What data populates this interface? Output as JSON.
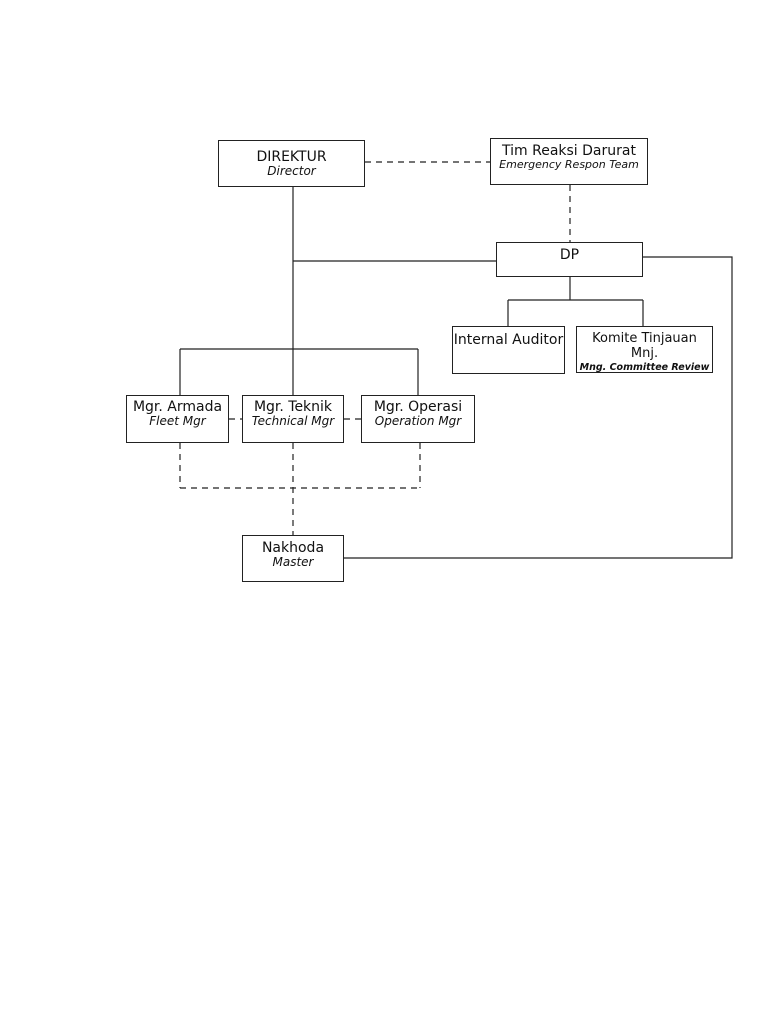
{
  "nodes": {
    "direktur": {
      "title": "DIREKTUR",
      "subtitle": "Director"
    },
    "tim_reaksi": {
      "title": "Tim Reaksi Darurat",
      "subtitle": "Emergency Respon Team"
    },
    "dp": {
      "title": "DP"
    },
    "internal_auditor": {
      "title": "Internal Auditor"
    },
    "komite": {
      "title": "Komite Tinjauan Mnj.",
      "subtitle": "Mng. Committee Review"
    },
    "armada": {
      "title": "Mgr. Armada",
      "subtitle": "Fleet Mgr"
    },
    "teknik": {
      "title": "Mgr. Teknik",
      "subtitle": "Technical Mgr"
    },
    "operasi": {
      "title": "Mgr. Operasi",
      "subtitle": "Operation  Mgr"
    },
    "nakhoda": {
      "title": "Nakhoda",
      "subtitle": "Master"
    }
  },
  "colors": {
    "line": "#222222",
    "box_border": "#222222",
    "background": "#ffffff"
  }
}
